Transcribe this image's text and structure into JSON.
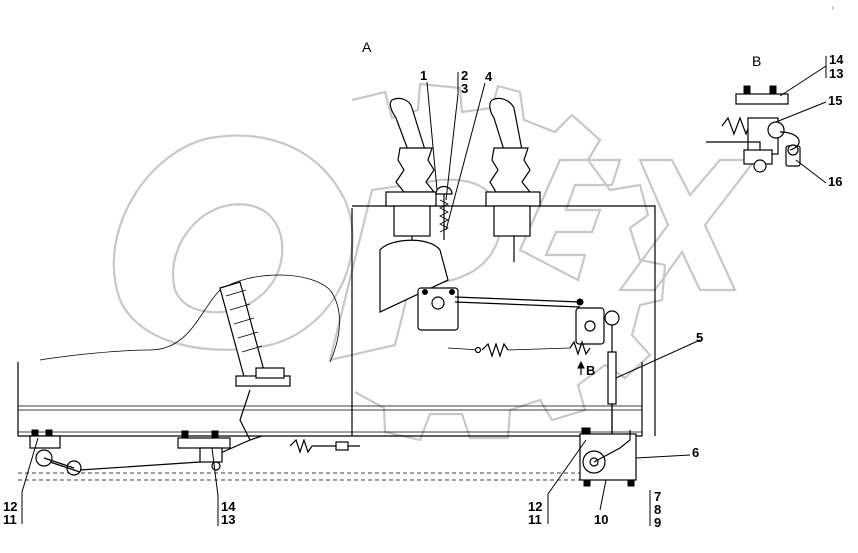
{
  "figure_code": "I",
  "views": {
    "main": "A",
    "detail": "B",
    "arrow_label": "B"
  },
  "watermark": "OPEX",
  "callouts": {
    "c1": "1",
    "c2": "2",
    "c3": "3",
    "c4": "4",
    "c5": "5",
    "c6": "6",
    "c7": "7",
    "c8": "8",
    "c9": "9",
    "c10": "10",
    "c11_left": "11",
    "c12_left": "12",
    "c11_right": "11",
    "c12_right": "12",
    "c13_mid": "13",
    "c14_mid": "14",
    "c13_detail": "13",
    "c14_detail": "14",
    "c15": "15",
    "c16": "16"
  },
  "colors": {
    "line": "#000000",
    "watermark": "#c8c8c8",
    "background": "#ffffff"
  }
}
